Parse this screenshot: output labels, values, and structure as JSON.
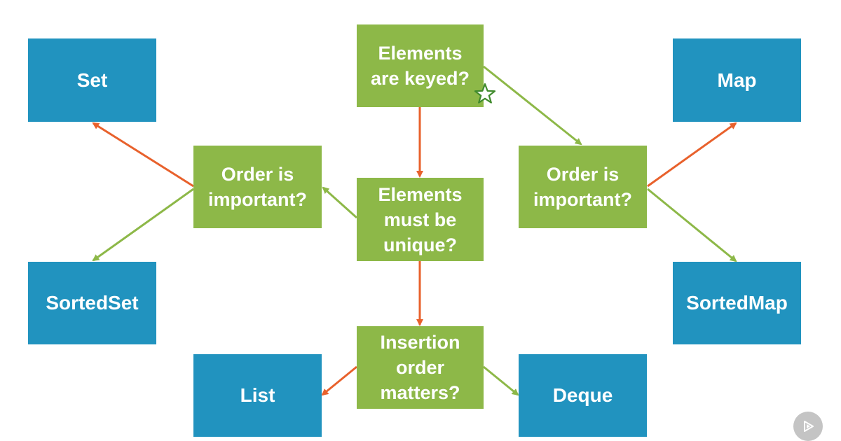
{
  "diagram": {
    "decisions": {
      "keyed": "Elements\nare keyed?",
      "order_left": "Order is\nimportant?",
      "unique": "Elements\nmust be\nunique?",
      "order_right": "Order is\nimportant?",
      "insertion": "Insertion\norder\nmatters?"
    },
    "results": {
      "set": "Set",
      "sorted_set": "SortedSet",
      "map": "Map",
      "sorted_map": "SortedMap",
      "list": "List",
      "deque": "Deque"
    }
  },
  "colors": {
    "decision": "#8db848",
    "result": "#2193bf",
    "yes_edge": "#8db848",
    "no_edge": "#e8612c",
    "play_button": "#c4c4c4"
  },
  "icons": {
    "bookmark": "star-icon",
    "player": "play-icon"
  }
}
